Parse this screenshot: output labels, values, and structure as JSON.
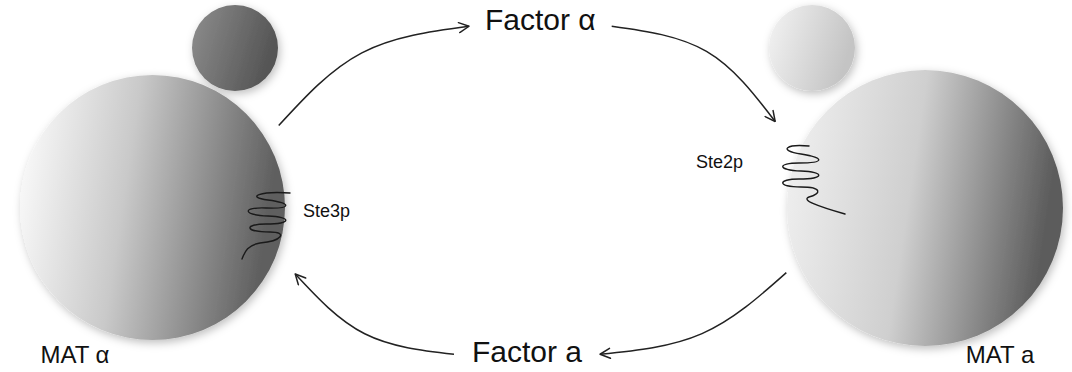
{
  "diagram": {
    "nodes": [
      {
        "text": [
          "Factor α"
        ]
      },
      {
        "text": [
          "MAT α",
          "Ste3p"
        ]
      },
      {
        "text": [
          "MAT a",
          "Ste2p"
        ]
      },
      {
        "text": [
          "Factor a"
        ]
      }
    ],
    "edges": [
      {
        "from": 1,
        "to": 0,
        "arrow": "to"
      },
      {
        "from": 0,
        "to": 2,
        "arrow": "to"
      },
      {
        "from": 2,
        "to": 3,
        "arrow": "to"
      },
      {
        "from": 3,
        "to": 1,
        "arrow": "to"
      }
    ]
  }
}
